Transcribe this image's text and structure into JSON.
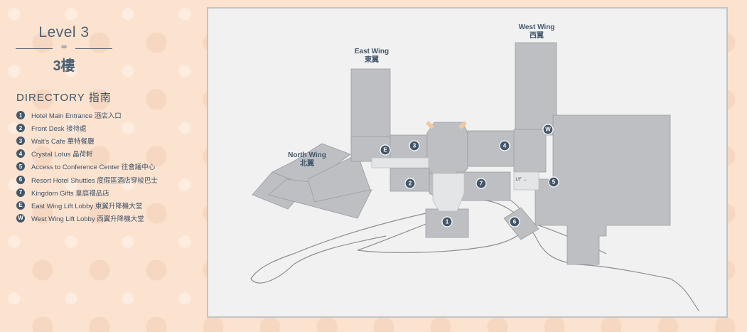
{
  "level": {
    "title": "Level 3",
    "title_zh": "3樓",
    "ornament": "∞"
  },
  "directory": {
    "title": "DIRECTORY   指南",
    "items": [
      {
        "marker": "1",
        "label": "Hotel Main Entrance 酒店入口"
      },
      {
        "marker": "2",
        "label": "Front Desk 接待處"
      },
      {
        "marker": "3",
        "label": "Walt's Cafe 華特餐廳"
      },
      {
        "marker": "4",
        "label": "Crystal Lotus 晶荷軒"
      },
      {
        "marker": "5",
        "label": "Access to Conference Center 往會議中心"
      },
      {
        "marker": "6",
        "label": "Resort Hotel Shuttles 度假區酒店穿梭巴士"
      },
      {
        "marker": "7",
        "label": "Kingdom Gifts 皇庭禮品店"
      },
      {
        "marker": "E",
        "label": "East Wing Lift Lobby 東翼升降機大堂"
      },
      {
        "marker": "W",
        "label": "West Wing Lift Lobby 西翼升降機大堂"
      }
    ]
  },
  "map": {
    "wings": {
      "east": {
        "en": "East Wing",
        "zh": "東翼"
      },
      "west": {
        "en": "West Wing",
        "zh": "西翼"
      },
      "north": {
        "en": "North Wing",
        "zh": "北翼"
      }
    },
    "floor_note": "1/F →",
    "colors": {
      "building": "#bdbfc2",
      "building_dark": "#9a9da1",
      "path": "#8d8f92",
      "marker": "#44576b",
      "background": "#f1f1f1",
      "accent": "#f0c9a4"
    }
  }
}
